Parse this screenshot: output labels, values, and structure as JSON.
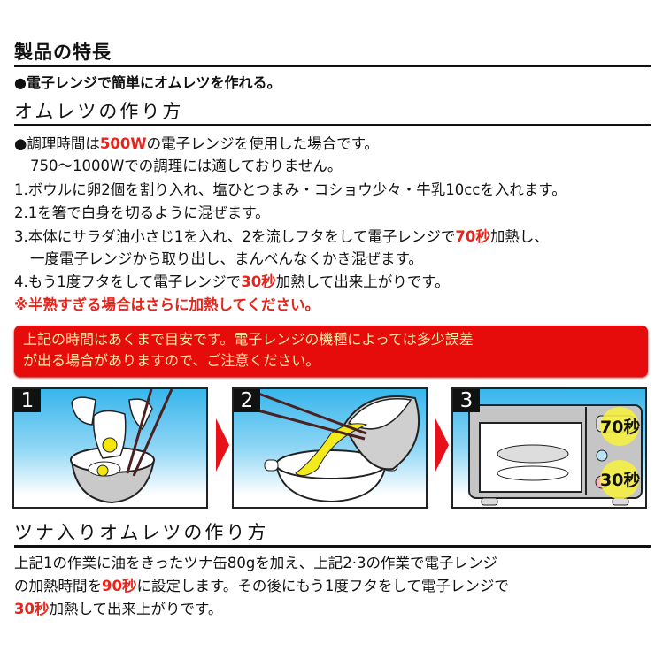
{
  "features": {
    "heading": "製品の特長",
    "bullet": "●電子レンジで簡単にオムレツを作れる。"
  },
  "howto": {
    "heading": "オムレツの作り方",
    "note_line1_prefix": "●調理時間は",
    "note_line1_highlight": "500W",
    "note_line1_suffix": "の電子レンジを使用した場合です。",
    "note_line2": "750〜1000Wでの調理には適しておりません。",
    "steps": [
      {
        "text": "1.ボウルに卵2個を割り入れ、塩ひとつまみ・コショウ少々・牛乳10ccを入れます。"
      },
      {
        "text": "2.1を箸で白身を切るように混ぜます。"
      },
      {
        "prefix": "3.本体にサラダ油小さじ1を入れ、2を流しフタをして電子レンジで",
        "highlight": "70秒",
        "suffix": "加熱し、",
        "continuation": "一度電子レンジから取り出し、まんべんなくかき混ぜます。"
      },
      {
        "prefix": "4.もう1度フタをして電子レンジで",
        "highlight": "30秒",
        "suffix": "加熱して出来上がりです。"
      }
    ],
    "warning": "※半熟すぎる場合はさらに加熱してください。"
  },
  "notice": {
    "line1": "上記の時間はあくまで目安です。電子レンジの機種によっては多少誤差",
    "line2": "が出る場合がありますので、ご注意ください。",
    "bg_color": "#e60c0c",
    "text_color": "#ffe7a6"
  },
  "panels": [
    {
      "number": "1",
      "illustration": "cracking eggs into bowl with chopsticks"
    },
    {
      "number": "2",
      "illustration": "pouring beaten egg into omelette maker"
    },
    {
      "number": "3",
      "illustration": "omelette maker in microwave",
      "badge_top": "70秒",
      "badge_bottom": "30秒"
    }
  ],
  "tuna": {
    "heading": "ツナ入りオムレツの作り方",
    "line1": "上記1の作業に油をきったツナ缶80gを加え、上記2·3の作業で電子レンジ",
    "line2_prefix": "の加熱時間を",
    "line2_highlight": "90秒",
    "line2_suffix": "に設定します。その後にもう1度フタをして電子レンジで",
    "line3_highlight": "30秒",
    "line3_suffix": "加熱して出来上がりです。"
  },
  "colors": {
    "accent_red": "#e8231a",
    "text": "#111111"
  }
}
